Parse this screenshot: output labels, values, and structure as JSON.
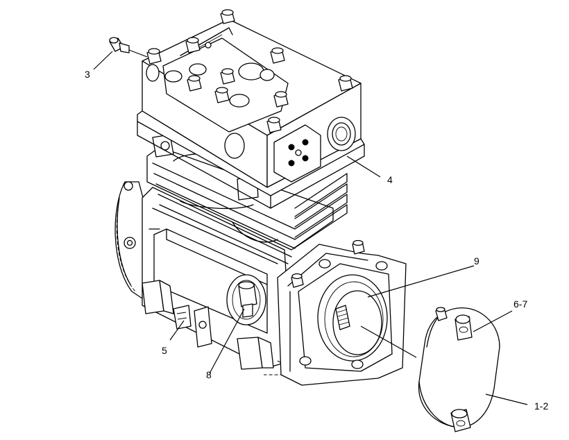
{
  "callouts": {
    "c3": "3",
    "c4": "4",
    "c5": "5",
    "c8": "8",
    "c9": "9",
    "c67": "6-7",
    "c12": "1-2"
  },
  "colors": {
    "line": "#000000",
    "background": "#ffffff"
  }
}
